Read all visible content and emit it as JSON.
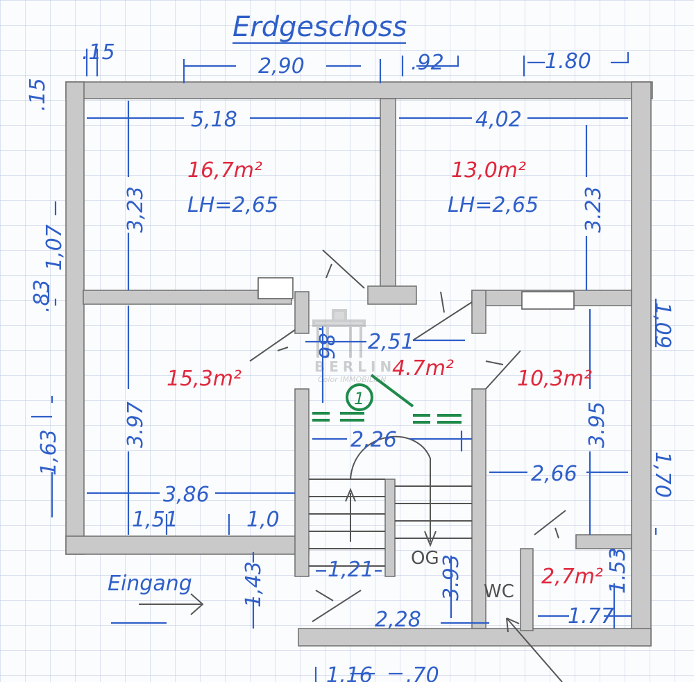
{
  "title": "Erdgeschoss",
  "rooms": [
    {
      "area": "16,7m²",
      "height": "LH=2,65"
    },
    {
      "area": "13,0m²",
      "height": "LH=2,65"
    },
    {
      "area": "15,3m²"
    },
    {
      "area": "4.7m²",
      "marker": "1"
    },
    {
      "area": "10,3m²"
    },
    {
      "area": "2,7m²"
    }
  ],
  "labels": {
    "entrance": "Eingang",
    "upstairs": "OG",
    "wc": "WC"
  },
  "dimensions": {
    "top_015": ".15",
    "top_290": "2,90",
    "top_092": ".92",
    "top_180": "1.80",
    "left_015": ".15",
    "w518": "5,18",
    "w402": "4,02",
    "h323a": "3,23",
    "h323b": "3.23",
    "left_107": "1,07",
    "left_083": ".83",
    "h397": "3.97",
    "w251": "2,51",
    "h086": ".86",
    "right_109": "1,09",
    "h395": "3.95",
    "w226": "2,26",
    "w386": "3,86",
    "w266": "2,66",
    "left_163": "1,63",
    "right_170": "1,70",
    "w151": "1,51",
    "w100": "1,0",
    "w121": "1,21",
    "h143": "1,43",
    "h393": "3.93",
    "w228": "2,28",
    "h153": "1.53",
    "w177": "1.77",
    "b116": "1,16",
    "b070": ".70"
  },
  "watermark": {
    "line1": "BERLIN",
    "line2": "Color IMMOBILIEN"
  },
  "colors": {
    "dimension": "#2f5fc8",
    "area": "#e0283c",
    "wall": "#c9c9c9",
    "marker": "#1f8a4a",
    "grid": "#b9c6e0"
  }
}
